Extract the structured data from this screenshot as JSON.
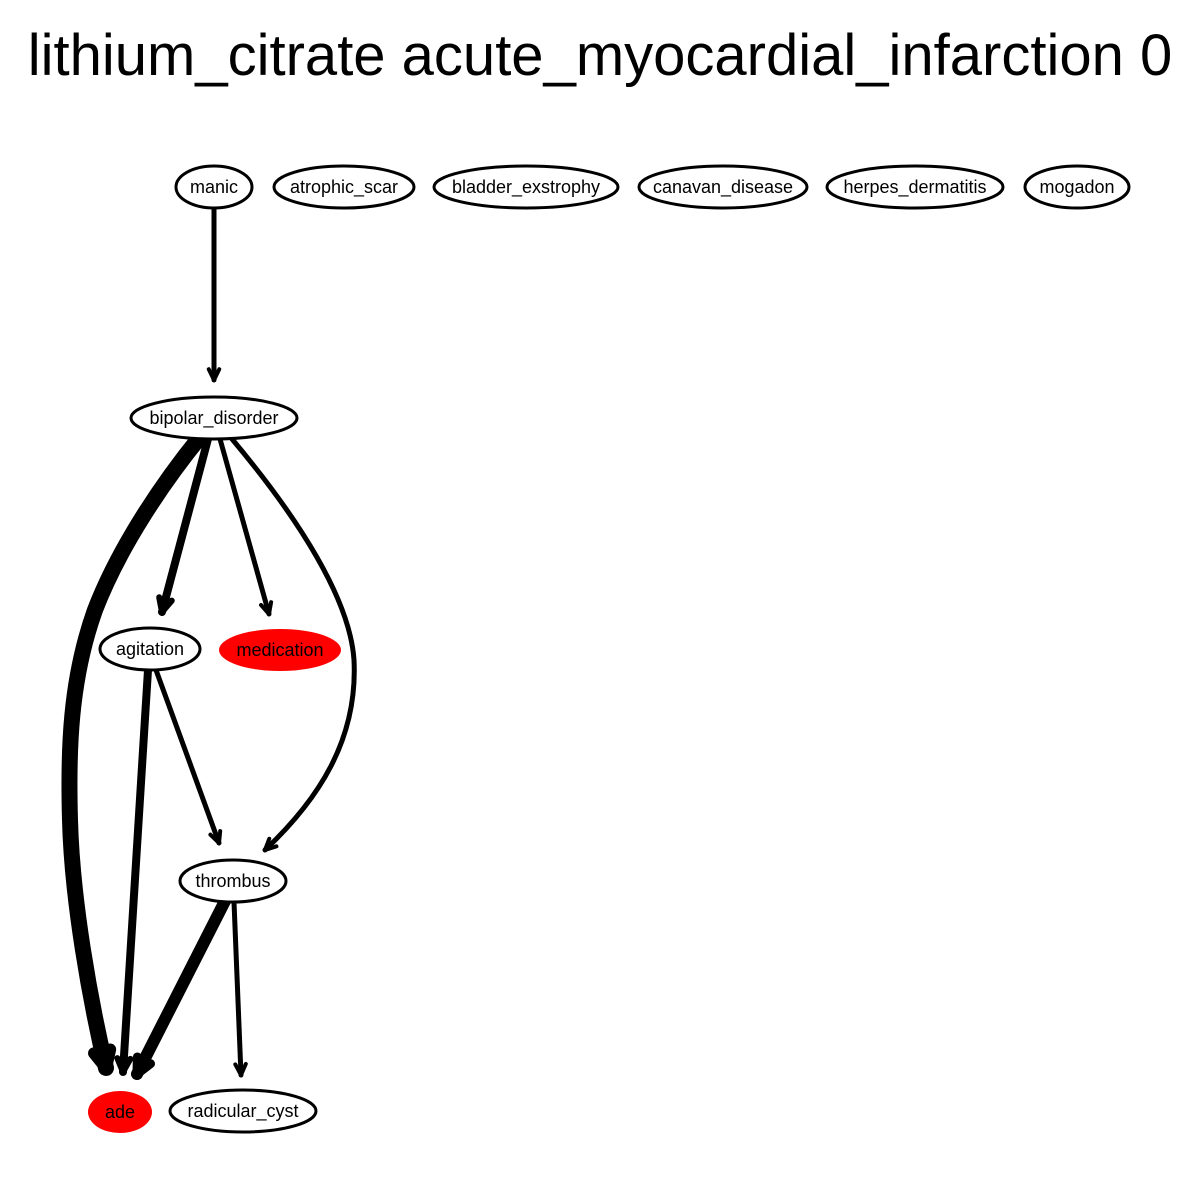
{
  "title": "lithium_citrate acute_myocardial_infarction 0",
  "colors": {
    "highlight": "#ff0000",
    "default_fill": "#ffffff",
    "stroke": "#000000"
  },
  "nodes": [
    {
      "id": "manic",
      "label": "manic",
      "highlight": false
    },
    {
      "id": "atrophic_scar",
      "label": "atrophic_scar",
      "highlight": false
    },
    {
      "id": "bladder_exstrophy",
      "label": "bladder_exstrophy",
      "highlight": false
    },
    {
      "id": "canavan_disease",
      "label": "canavan_disease",
      "highlight": false
    },
    {
      "id": "herpes_dermatitis",
      "label": "herpes_dermatitis",
      "highlight": false
    },
    {
      "id": "mogadon",
      "label": "mogadon",
      "highlight": false
    },
    {
      "id": "bipolar_disorder",
      "label": "bipolar_disorder",
      "highlight": false
    },
    {
      "id": "agitation",
      "label": "agitation",
      "highlight": false
    },
    {
      "id": "medication",
      "label": "medication",
      "highlight": true
    },
    {
      "id": "thrombus",
      "label": "thrombus",
      "highlight": false
    },
    {
      "id": "ade",
      "label": "ade",
      "highlight": true
    },
    {
      "id": "radicular_cyst",
      "label": "radicular_cyst",
      "highlight": false
    }
  ],
  "edges": [
    {
      "from": "manic",
      "to": "bipolar_disorder",
      "weight": 1
    },
    {
      "from": "bipolar_disorder",
      "to": "ade",
      "weight": 4
    },
    {
      "from": "bipolar_disorder",
      "to": "agitation",
      "weight": 2
    },
    {
      "from": "bipolar_disorder",
      "to": "medication",
      "weight": 1
    },
    {
      "from": "bipolar_disorder",
      "to": "thrombus",
      "weight": 1
    },
    {
      "from": "agitation",
      "to": "ade",
      "weight": 2
    },
    {
      "from": "agitation",
      "to": "thrombus",
      "weight": 1
    },
    {
      "from": "thrombus",
      "to": "ade",
      "weight": 3
    },
    {
      "from": "thrombus",
      "to": "radicular_cyst",
      "weight": 1
    }
  ]
}
